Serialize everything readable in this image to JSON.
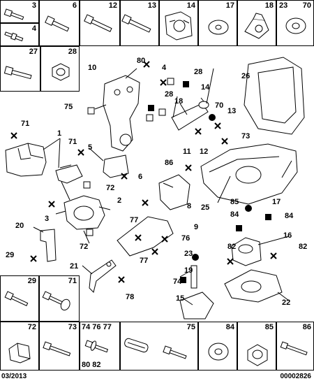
{
  "top_row_refs": [
    "3",
    "4",
    "6",
    "12",
    "13",
    "14",
    "17",
    "18",
    "23",
    "70"
  ],
  "left_col_refs": [
    "27",
    "28"
  ],
  "bottom_row_refs": [
    "29",
    "71",
    "72",
    "73",
    "74 76 77",
    "80 82",
    "75",
    "84",
    "85",
    "86"
  ],
  "callouts": {
    "c1": "1",
    "c2": "2",
    "c3": "3",
    "c4": "4",
    "c5": "5",
    "c6": "6",
    "c8": "8",
    "c9": "9",
    "c10": "10",
    "c11": "11",
    "c12": "12",
    "c13": "13",
    "c14": "14",
    "c15": "15",
    "c16": "16",
    "c17": "17",
    "c18": "18",
    "c19": "19",
    "c20": "20",
    "c21": "21",
    "c22": "22",
    "c23": "23",
    "c25": "25",
    "c26": "26",
    "c28a": "28",
    "c28b": "28",
    "c29": "29",
    "c70": "70",
    "c71a": "71",
    "c71b": "71",
    "c72a": "72",
    "c72b": "72",
    "c73": "73",
    "c74": "74",
    "c75": "75",
    "c76": "76",
    "c77a": "77",
    "c77b": "77",
    "c78": "78",
    "c80": "80",
    "c82a": "82",
    "c82b": "82",
    "c84a": "84",
    "c84b": "84",
    "c85": "85",
    "c86": "86"
  },
  "footer": {
    "date": "03/2013",
    "code": "00002826"
  }
}
